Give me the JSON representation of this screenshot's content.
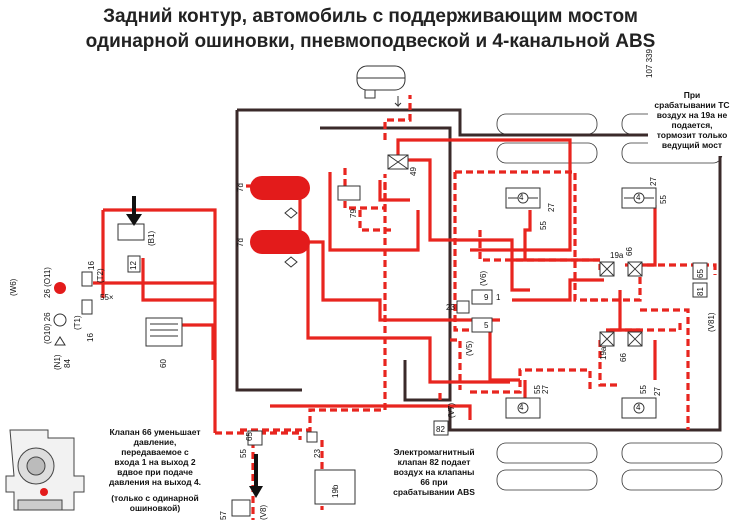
{
  "title": {
    "line1": "Задний контур, автомобиль с поддерживающим мостом",
    "line2": "одинарной ошиновки, пневмоподвеской и 4-канальной ABS"
  },
  "drawing_number": "107 339",
  "colors": {
    "air_line": "#e8251f",
    "signal_line": "#e8251f",
    "mech_line": "#3a2a2a",
    "tank_fill": "#e31b1b"
  },
  "notes": {
    "top_right": [
      "При",
      "срабатывании ТС",
      "воздух на 19а не",
      "подается,",
      "тормозит только",
      "ведущий мост"
    ],
    "left": [
      "Клапан 66 уменьшает",
      "давление,",
      "передаваемое с",
      "входа 1 на выход 2",
      "вдвое при подаче",
      "давления на выход 4."
    ],
    "left_sub": [
      "(только с одинарной",
      "ошиновкой)"
    ],
    "bottom": [
      "Электромагнитный",
      "клапан 82 подает",
      "воздух на клапаны",
      "66 при",
      "срабатывании ABS"
    ]
  },
  "labels": {
    "w6": "(W6)",
    "o11": "26 (O11)",
    "t2": "(T2)",
    "n16a": "16",
    "o10": "(O10) 26",
    "t1": "(T1)",
    "n16b": "16",
    "n1": "(N1)",
    "n84": "84",
    "n55x": "55×",
    "b1": "(B1)",
    "n12": "12",
    "n60": "60",
    "n7d_top": "7d",
    "n7d_bot": "7d",
    "n79": "79",
    "n49": "49",
    "v6": "(V6)",
    "n23": "23",
    "n9": "9",
    "n1v": "1",
    "n5": "5",
    "v5": "(V5)",
    "n4_tl": "4",
    "n27_tl": "27",
    "n55_tl": "55",
    "n4_tr": "4",
    "n27_tr": "27",
    "n55_tr": "55",
    "n19a_t": "19a",
    "n66_t": "66",
    "n19a_b": "19a",
    "n66_b": "66",
    "n4_bl": "4",
    "n27_bl": "27",
    "n55_bl": "55",
    "n4_br": "4",
    "n27_br": "27",
    "n55_br": "55",
    "v7": "(V7)",
    "n82": "82",
    "n65": "65",
    "n55_b": "55",
    "n23_b": "23",
    "n19b": "19b",
    "n57": "57",
    "v8": "(V8)",
    "n65r": "65",
    "n81": "81",
    "v81": "(V81)"
  }
}
